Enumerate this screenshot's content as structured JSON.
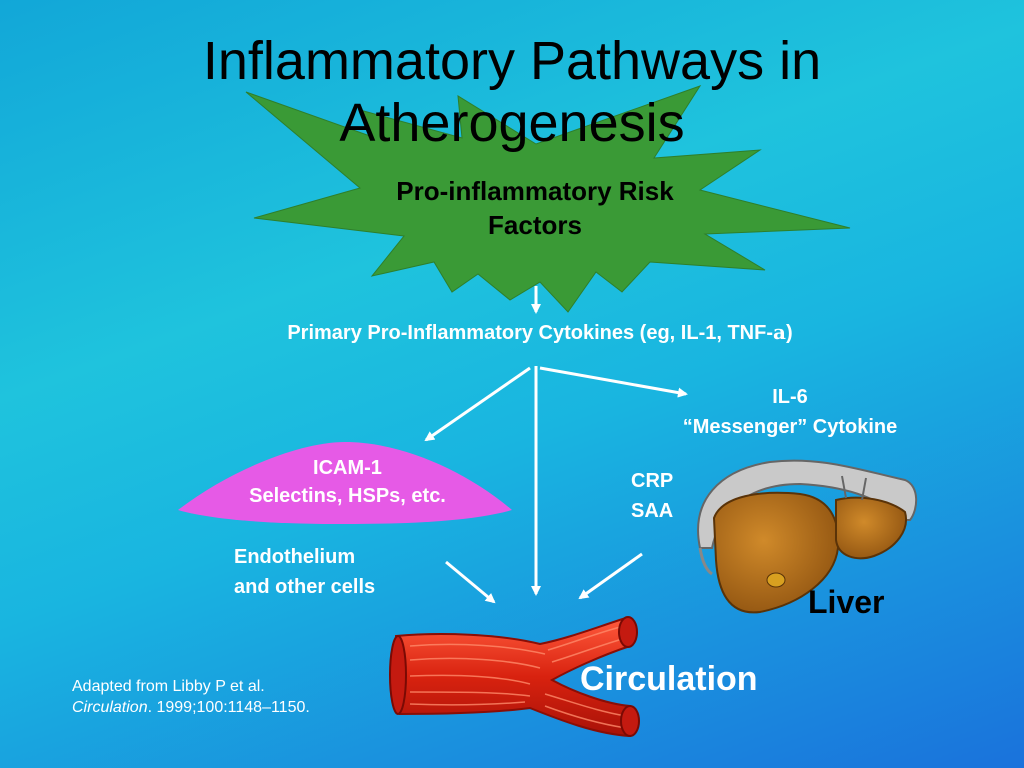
{
  "title": {
    "line1": "Inflammatory Pathways in",
    "line2": "Atherogenesis"
  },
  "risk_factors": {
    "line1": "Pro-inflammatory Risk",
    "line2": "Factors"
  },
  "cytokines": {
    "text": "Primary Pro-Inflammatory Cytokines (eg, IL-1, TNF-",
    "greek": "a",
    "close": ")"
  },
  "il6": {
    "line1": "IL-6",
    "line2": "“Messenger” Cytokine"
  },
  "icam": {
    "line1": "ICAM-1",
    "line2": "Selectins, HSPs, etc."
  },
  "crp": {
    "line1": "CRP",
    "line2": "SAA"
  },
  "endothelium": {
    "line1": "Endothelium",
    "line2": "and other cells"
  },
  "liver_label": "Liver",
  "circulation_label": "Circulation",
  "citation": {
    "line1": "Adapted from Libby P et al.",
    "journal": "Circulation",
    "rest": ". 1999;100:1148–1150."
  },
  "colors": {
    "starburst": "#3a9a36",
    "icam_shape": "#e65ae6",
    "vessel": "#e0281e",
    "liver": "#b8701c",
    "arrows": "#ffffff"
  },
  "icons": [
    "starburst",
    "liver-illustration",
    "blood-vessel-illustration"
  ]
}
